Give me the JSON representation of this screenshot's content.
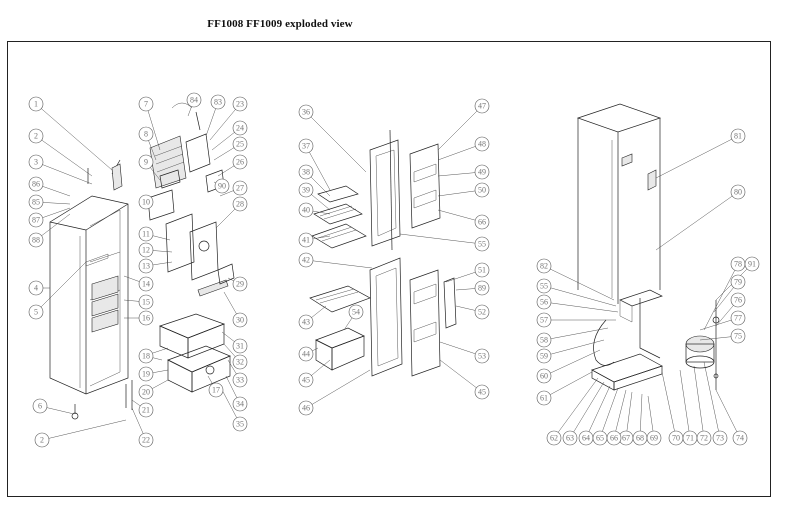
{
  "title": "FF1008 FF1009 exploded view",
  "part_numbers": [
    "1",
    "2",
    "3",
    "4",
    "5",
    "6",
    "7",
    "8",
    "9",
    "10",
    "11",
    "12",
    "13",
    "14",
    "15",
    "16",
    "17",
    "18",
    "19",
    "20",
    "21",
    "22",
    "23",
    "24",
    "25",
    "26",
    "27",
    "28",
    "29",
    "30",
    "31",
    "32",
    "33",
    "34",
    "35",
    "36",
    "37",
    "38",
    "39",
    "40",
    "41",
    "42",
    "43",
    "44",
    "45",
    "46",
    "47",
    "48",
    "49",
    "50",
    "51",
    "52",
    "53",
    "54",
    "55",
    "56",
    "57",
    "58",
    "59",
    "60",
    "61",
    "62",
    "63",
    "64",
    "65",
    "66",
    "67",
    "68",
    "69",
    "70",
    "71",
    "72",
    "73",
    "74",
    "75",
    "76",
    "77",
    "78",
    "79",
    "80",
    "81",
    "82",
    "83",
    "84",
    "85",
    "86",
    "87",
    "88",
    "89",
    "90",
    "91"
  ]
}
